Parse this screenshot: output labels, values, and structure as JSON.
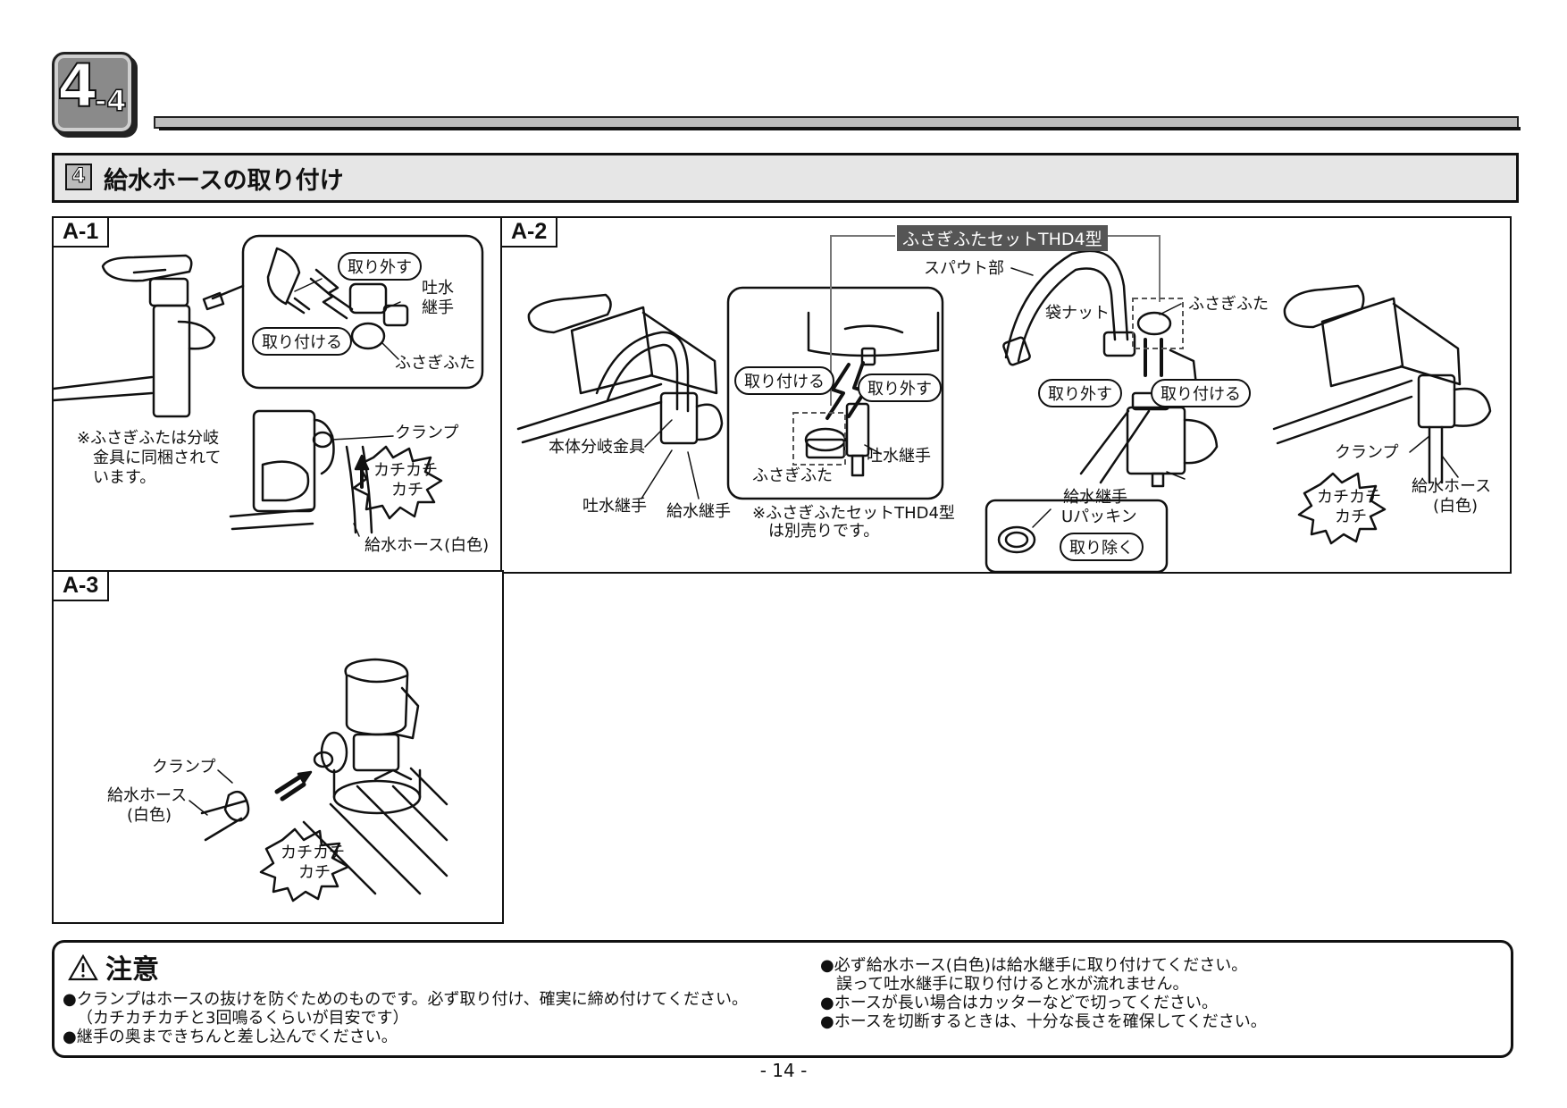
{
  "header": {
    "badge_number": "4",
    "badge_sub": "-4",
    "section_number": "4",
    "section_title": "給水ホースの取り付け"
  },
  "panels": {
    "a1": {
      "tag": "A-1",
      "remove_label": "取り外す",
      "attach_label": "取り付ける",
      "spout_joint": [
        "吐水",
        "継手"
      ],
      "cap": "ふさぎふた",
      "note": [
        "※ふさぎふたは分岐",
        "金具に同梱されて",
        "います。"
      ],
      "clamp": "クランプ",
      "click": [
        "カチカチ",
        "カチ"
      ],
      "hose": "給水ホース(白色)"
    },
    "a2": {
      "tag": "A-2",
      "cap_set": "ふさぎふたセットTHD4型",
      "spout_part": "スパウト部",
      "bag_nut": "袋ナット",
      "cap": "ふさぎふた",
      "attach_label": "取り付ける",
      "remove_label": "取り外す",
      "branch_fitting": "本体分岐金具",
      "spout_joint": "吐水継手",
      "supply_joint": "給水継手",
      "zoom_cap": "ふさぎふた",
      "zoom_spout_joint": "吐水継手",
      "note": [
        "※ふさぎふたセットTHD4型",
        "は別売りです。"
      ],
      "u_packing": "Uパッキン",
      "remove_packing": "取り除く",
      "clamp": "クランプ",
      "click": [
        "カチカチ",
        "カチ"
      ],
      "hose": [
        "給水ホース",
        "(白色)"
      ]
    },
    "a3": {
      "tag": "A-3",
      "clamp": "クランプ",
      "hose": [
        "給水ホース",
        "(白色)"
      ],
      "click": [
        "カチカチ",
        "カチ"
      ]
    }
  },
  "caution": {
    "title": "注意",
    "left": [
      "●クランプはホースの抜けを防ぐためのものです。必ず取り付け、確実に締め付けてください。",
      "（カチカチカチと3回鳴るくらいが目安です）",
      "●継手の奥まできちんと差し込んでください。"
    ],
    "right": [
      "●必ず給水ホース(白色)は給水継手に取り付けてください。",
      "誤って吐水継手に取り付けると水が流れません。",
      "●ホースが長い場合はカッターなどで切ってください。",
      "●ホースを切断するときは、十分な長さを確保してください。"
    ]
  },
  "page_number": "- 14 -"
}
